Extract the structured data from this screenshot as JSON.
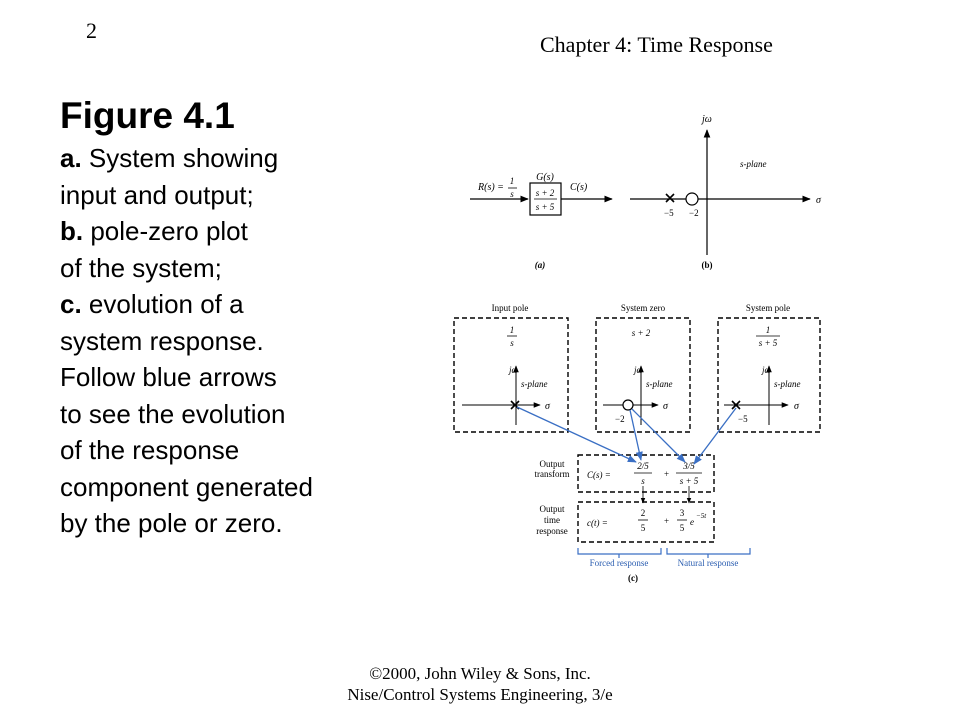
{
  "header": {
    "page_number": "2",
    "chapter": "Chapter 4: Time Response"
  },
  "caption": {
    "title": "Figure 4.1",
    "a_label": "a.",
    "a_line1": " System showing",
    "a_line2": "input and output;",
    "b_label": "b.",
    "b_line1": " pole-zero plot",
    "b_line2": "of the system;",
    "c_label": "c.",
    "c_line1": " evolution of a",
    "c_line2": "system response.",
    "l3": "Follow blue arrows",
    "l4": "to see the evolution",
    "l5": "of the response",
    "l6": "component generated",
    "l7": "by the pole or zero."
  },
  "figure": {
    "block": {
      "input": "R(s) = ",
      "input_frac_num": "1",
      "input_frac_den": "s",
      "tf_name": "G(s)",
      "tf_num": "s + 2",
      "tf_den": "s + 5",
      "output": "C(s)",
      "label": "(a)"
    },
    "splane": {
      "jw": "jω",
      "name": "s-plane",
      "sigma": "σ",
      "pole_val": "−5",
      "zero_val": "−2",
      "label": "(b)"
    },
    "boxes": [
      {
        "title": "Input pole",
        "num": "1",
        "den": "s"
      },
      {
        "title": "System zero",
        "expr": "s + 2"
      },
      {
        "title": "System pole",
        "num": "1",
        "den": "s + 5"
      }
    ],
    "mini": {
      "jw": "jω",
      "splane": "s-plane",
      "sigma": "σ",
      "zero_val": "−2",
      "pole_val": "−5"
    },
    "rows": {
      "transform_l1": "Output",
      "transform_l2": "transform",
      "response_l1": "Output",
      "response_l2": "time",
      "response_l3": "response",
      "C": "C(s) =",
      "t1_num": "2/5",
      "t1_den": "s",
      "plus": "+",
      "t2_num": "3/5",
      "t2_den": "s + 5",
      "c": "c(t) =",
      "r1_num": "2",
      "r1_den": "5",
      "r2_num": "3",
      "r2_den": "5",
      "r2_exp": "e",
      "r2_sup": "−5t"
    },
    "forced": "Forced response",
    "natural": "Natural response",
    "label_c": "(c)",
    "arrow_color": "#3a6fc4",
    "label_color": "#2a5db0"
  },
  "footer": {
    "line1": "©2000, John Wiley & Sons, Inc.",
    "line2": "Nise/Control Systems Engineering, 3/e"
  }
}
